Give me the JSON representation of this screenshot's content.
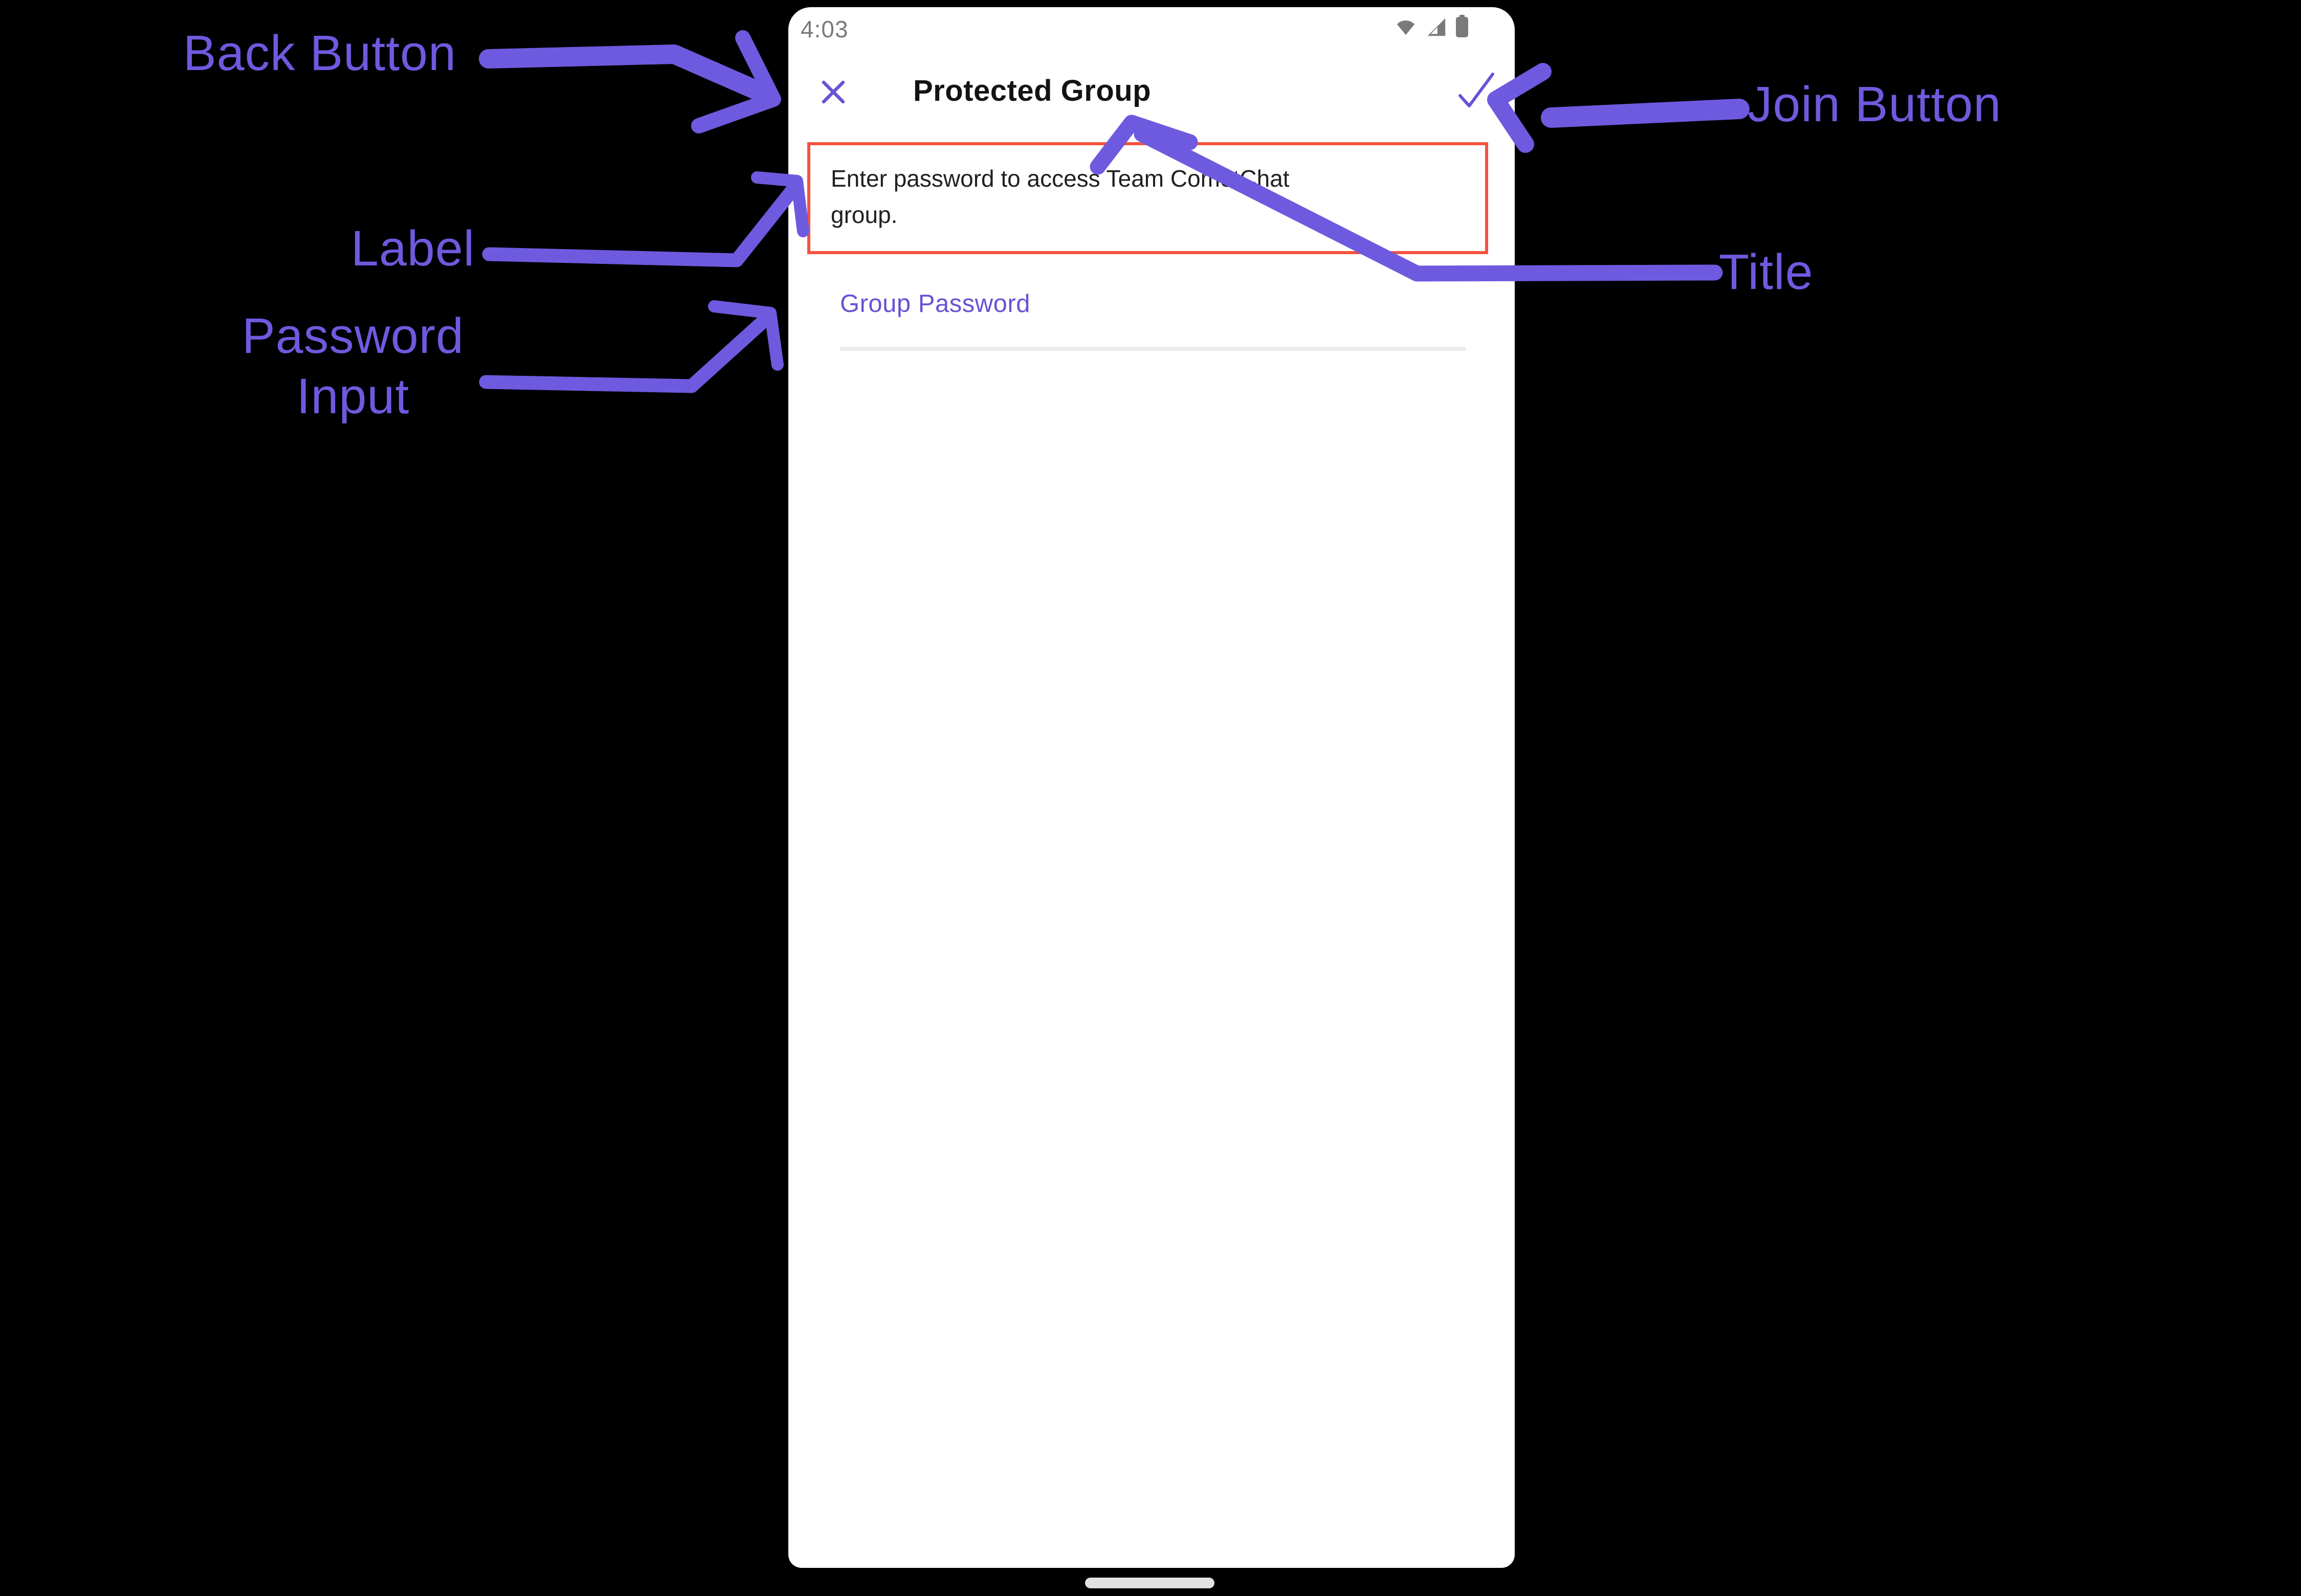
{
  "annotations": {
    "back_button_label": "Back Button",
    "join_button_label": "Join Button",
    "label_label": "Label",
    "password_input_label_lines": [
      "Password",
      "Input"
    ],
    "title_label": "Title",
    "arrow_color": "#6E5ADF",
    "highlight_border_color": "#F5523D"
  },
  "phone": {
    "status_bar": {
      "time": "4:03"
    },
    "header": {
      "title": "Protected Group",
      "close_icon": "x-close",
      "join_icon": "checkmark"
    },
    "content": {
      "description_text": "Enter password to access Team CometChat group.",
      "description_lines": [
        "Enter password to access Team CometChat",
        "group."
      ],
      "password_field_label": "Group Password",
      "password_field_value": ""
    },
    "colors": {
      "accent": "#6852D6",
      "title_text": "#131313",
      "status_gray": "#7A7A7A",
      "input_underline": "#ECECEC"
    }
  }
}
